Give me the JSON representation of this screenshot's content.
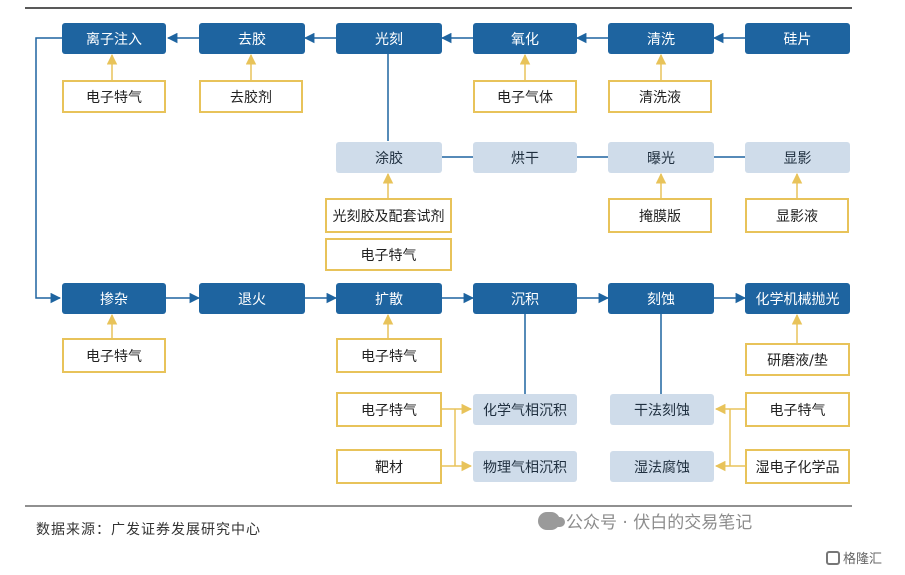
{
  "nodes": {
    "silicon_wafer": "硅片",
    "cleaning": "清洗",
    "oxidation": "氧化",
    "lithography": "光刻",
    "stripping": "去胶",
    "ion_implant": "离子注入",
    "coating": "涂胶",
    "baking": "烘干",
    "exposure": "曝光",
    "development": "显影",
    "doping": "掺杂",
    "annealing": "退火",
    "diffusion": "扩散",
    "deposition": "沉积",
    "etching": "刻蚀",
    "cmp": "化学机械抛光",
    "cvd": "化学气相沉积",
    "pvd": "物理气相沉积",
    "dry_etch": "干法刻蚀",
    "wet_etch": "湿法腐蚀"
  },
  "materials": {
    "ion_implant_gas": "电子特气",
    "stripper": "去胶剂",
    "oxidation_gas": "电子气体",
    "cleaning_fluid": "清洗液",
    "photoresist": "光刻胶及配套试剂",
    "coating_gas": "电子特气",
    "photomask": "掩膜版",
    "developer": "显影液",
    "doping_gas": "电子特气",
    "diffusion_gas": "电子特气",
    "cmp_slurry": "研磨液/垫",
    "cvd_gas": "电子特气",
    "target": "靶材",
    "etch_gas": "电子特气",
    "wet_chemicals": "湿电子化学品"
  },
  "footer": {
    "source": "数据来源：广发证券发展研究中心",
    "watermark": "公众号 · 伏白的交易笔记",
    "logo": "格隆汇"
  },
  "colors": {
    "primary": "#1e64a0",
    "light": "#cfdcea",
    "material_border": "#e8c35a",
    "line": "#1e64a0",
    "material_line": "#e8c35a"
  }
}
